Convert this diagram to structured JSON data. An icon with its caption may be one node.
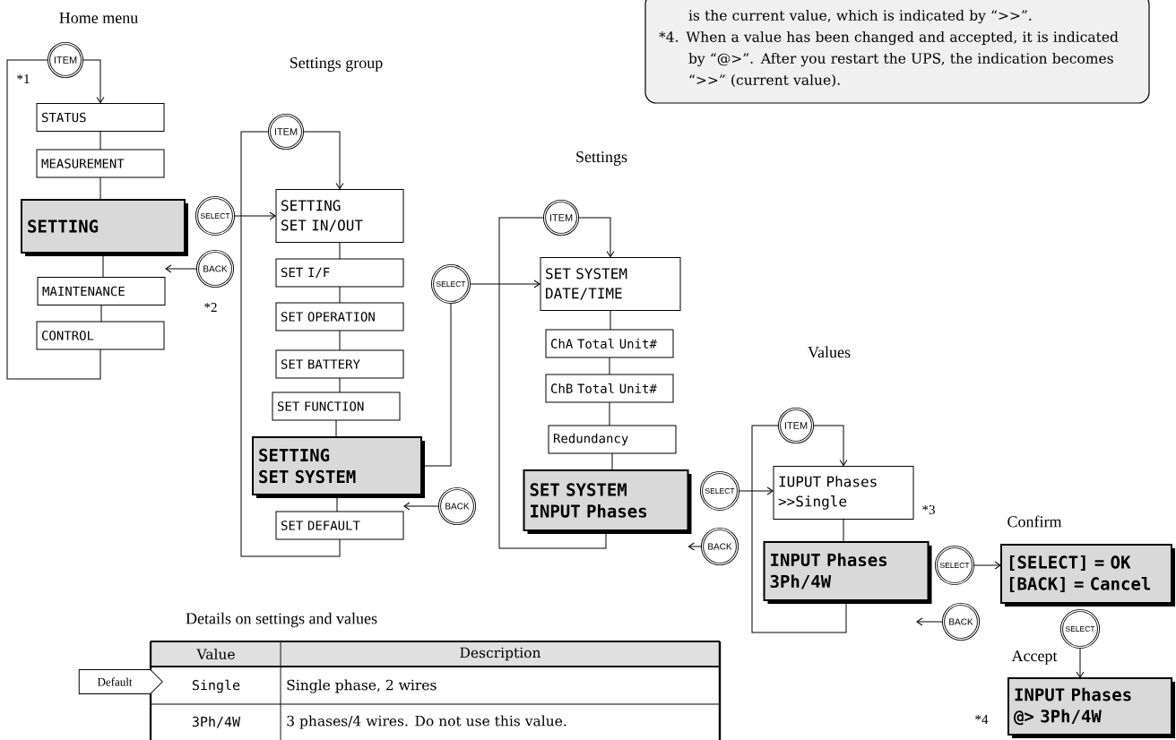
{
  "diagram": {
    "nodes": [
      {
        "text": [
          "ITEM"
        ]
      },
      {
        "text": [
          "STATUS"
        ]
      },
      {
        "text": [
          "MEASUREMENT"
        ]
      },
      {
        "text": [
          "SETTING"
        ]
      },
      {
        "text": [
          "MAINTENANCE"
        ]
      },
      {
        "text": [
          "CONTROL"
        ]
      },
      {
        "text": [
          "SELECT"
        ]
      },
      {
        "text": [
          "BACK"
        ]
      },
      {
        "text": [
          "ITEM"
        ]
      },
      {
        "text": [
          "SETTING",
          "SET IN/OUT"
        ]
      },
      {
        "text": [
          "SET I/F"
        ]
      },
      {
        "text": [
          "SET OPERATION"
        ]
      },
      {
        "text": [
          "SET BATTERY"
        ]
      },
      {
        "text": [
          "SET FUNCTION"
        ]
      },
      {
        "text": [
          "SETTING",
          "SET SYSTEM"
        ]
      },
      {
        "text": [
          "BACK"
        ]
      },
      {
        "text": [
          "SET DEFAULT"
        ]
      },
      {
        "text": [
          "SELECT"
        ]
      },
      {
        "text": [
          "ITEM"
        ]
      },
      {
        "text": [
          "SET SYSTEM",
          "DATE/TIME"
        ]
      },
      {
        "text": [
          "ChA Total Unit#"
        ]
      },
      {
        "text": [
          "ChB Total Unit#"
        ]
      },
      {
        "text": [
          "Redundancy"
        ]
      },
      {
        "text": [
          "SET SYSTEM",
          "INPUT Phases"
        ]
      },
      {
        "text": [
          "SELECT"
        ]
      },
      {
        "text": [
          "BACK"
        ]
      },
      {
        "text": [
          "ITEM"
        ]
      },
      {
        "text": [
          "IUPUT Phases",
          ">>Single"
        ]
      },
      {
        "text": [
          "INPUT Phases",
          "3Ph/4W"
        ]
      },
      {
        "text": [
          "SELECT"
        ]
      },
      {
        "text": [
          "BACK"
        ]
      },
      {
        "text": [
          "[SELECT] = OK",
          "[BACK] = Cancel"
        ]
      },
      {
        "text": [
          "SELECT"
        ]
      },
      {
        "text": [
          "INPUT Phases",
          "@> 3Ph/4W"
        ]
      },
      {
        "text": [
          "Default"
        ]
      },
      {
        "text": [
          "is the current value, which is indicated by “>>”.",
          "*4. When a value has been changed and accepted, it is indicated by “@>”. After you restart the UPS, the indication becomes “>>” (current value)."
        ]
      }
    ],
    "edges": [
      {
        "from": 0,
        "to": 1,
        "arrow": "to"
      },
      {
        "from": 1,
        "to": 2,
        "arrow": "none"
      },
      {
        "from": 2,
        "to": 3,
        "arrow": "none"
      },
      {
        "from": 3,
        "to": 4,
        "arrow": "none"
      },
      {
        "from": 4,
        "to": 5,
        "arrow": "none"
      },
      {
        "from": 5,
        "to": 0,
        "arrow": "none"
      },
      {
        "from": 6,
        "to": 9,
        "arrow": "to"
      },
      {
        "from": 7,
        "to": 4,
        "arrow": "to"
      },
      {
        "from": 8,
        "to": 9,
        "arrow": "to"
      },
      {
        "from": 9,
        "to": 10,
        "arrow": "none"
      },
      {
        "from": 10,
        "to": 11,
        "arrow": "none"
      },
      {
        "from": 11,
        "to": 12,
        "arrow": "none"
      },
      {
        "from": 12,
        "to": 13,
        "arrow": "none"
      },
      {
        "from": 13,
        "to": 14,
        "arrow": "none"
      },
      {
        "from": 14,
        "to": 16,
        "arrow": "none"
      },
      {
        "from": 16,
        "to": 8,
        "arrow": "none"
      },
      {
        "from": 14,
        "to": 17,
        "arrow": "none"
      },
      {
        "from": 17,
        "to": 19,
        "arrow": "to"
      },
      {
        "from": 15,
        "to": 16,
        "arrow": "to"
      },
      {
        "from": 18,
        "to": 19,
        "arrow": "to"
      },
      {
        "from": 19,
        "to": 20,
        "arrow": "none"
      },
      {
        "from": 20,
        "to": 21,
        "arrow": "none"
      },
      {
        "from": 21,
        "to": 22,
        "arrow": "none"
      },
      {
        "from": 22,
        "to": 23,
        "arrow": "none"
      },
      {
        "from": 23,
        "to": 18,
        "arrow": "none"
      },
      {
        "from": 24,
        "to": 27,
        "arrow": "to"
      },
      {
        "from": 25,
        "to": 23,
        "arrow": "to"
      },
      {
        "from": 26,
        "to": 27,
        "arrow": "to"
      },
      {
        "from": 27,
        "to": 28,
        "arrow": "none"
      },
      {
        "from": 28,
        "to": 26,
        "arrow": "none"
      },
      {
        "from": 29,
        "to": 31,
        "arrow": "to"
      },
      {
        "from": 30,
        "to": null,
        "arrow": "to"
      },
      {
        "from": 32,
        "to": 33,
        "arrow": "to"
      }
    ],
    "labels": [
      "Home menu",
      "Settings group",
      "*1",
      "Settings",
      "*2",
      "Values",
      "*3",
      "Confirm",
      "Details on settings and values",
      "Accept",
      "*4",
      "Value",
      "Description",
      "Single",
      "Single phase, 2 wires",
      "3Ph/4W",
      "3 phases/4 wires. Do not use this value."
    ]
  }
}
